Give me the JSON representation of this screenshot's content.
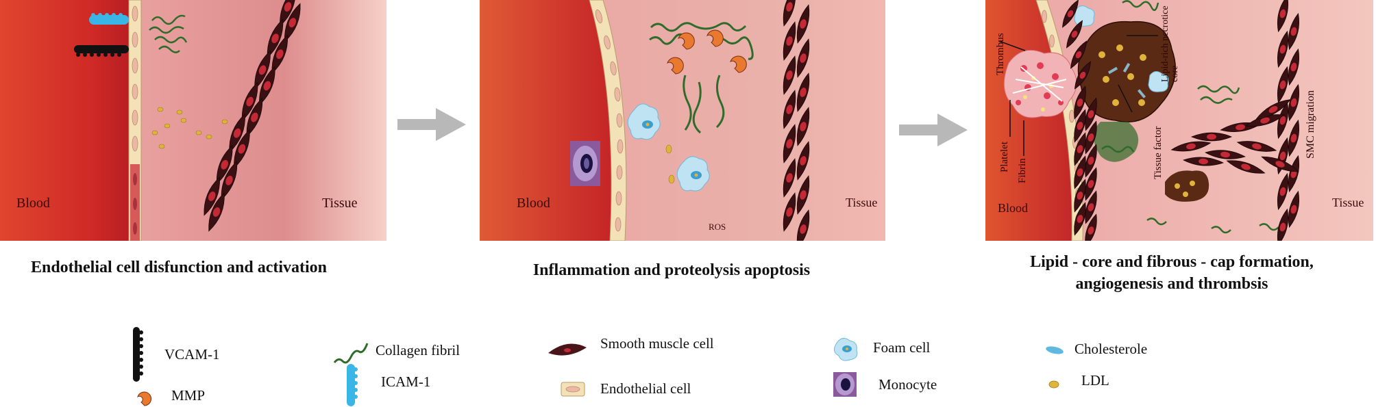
{
  "panels": [
    {
      "blood_label": "Blood",
      "tissue_label": "Tissue",
      "caption": "Endothelial cell disfunction and activation"
    },
    {
      "blood_label": "Blood",
      "tissue_label": "Tissue",
      "ros_label": "ROS",
      "caption": "Inflammation and proteolysis apoptosis"
    },
    {
      "blood_label": "Blood",
      "tissue_label": "Tissue",
      "caption_line1": "Lipid - core and fibrous - cap formation,",
      "caption_line2": "angiogenesis and thrombsis",
      "annotations": {
        "thrombus": "Thrombus",
        "lipid_core": "Lipid-rich necrotice core",
        "platelet": "Platelet",
        "fibrin": "Fibrin",
        "tissue_factor": "Tissue factor",
        "smc_migration": "SMC migration"
      }
    }
  ],
  "legend": {
    "vcam": "VCAM-1",
    "mmp": "MMP",
    "collagen": "Collagen fibril",
    "icam": "ICAM-1",
    "smooth_muscle": "Smooth muscle cell",
    "endothelial": "Endothelial cell",
    "foam": "Foam cell",
    "monocyte": "Monocyte",
    "cholesterole": "Cholesterole",
    "ldl": "LDL"
  },
  "colors": {
    "blood": "#d8352a",
    "tissue": "#efb3ad",
    "endothelium": "#f3e2b8",
    "smooth_muscle": "#4a1518",
    "ldl": "#e0b43a",
    "collagen": "#2f6b2a",
    "mmp": "#e9792e",
    "arrow": "#b8b8b8"
  }
}
